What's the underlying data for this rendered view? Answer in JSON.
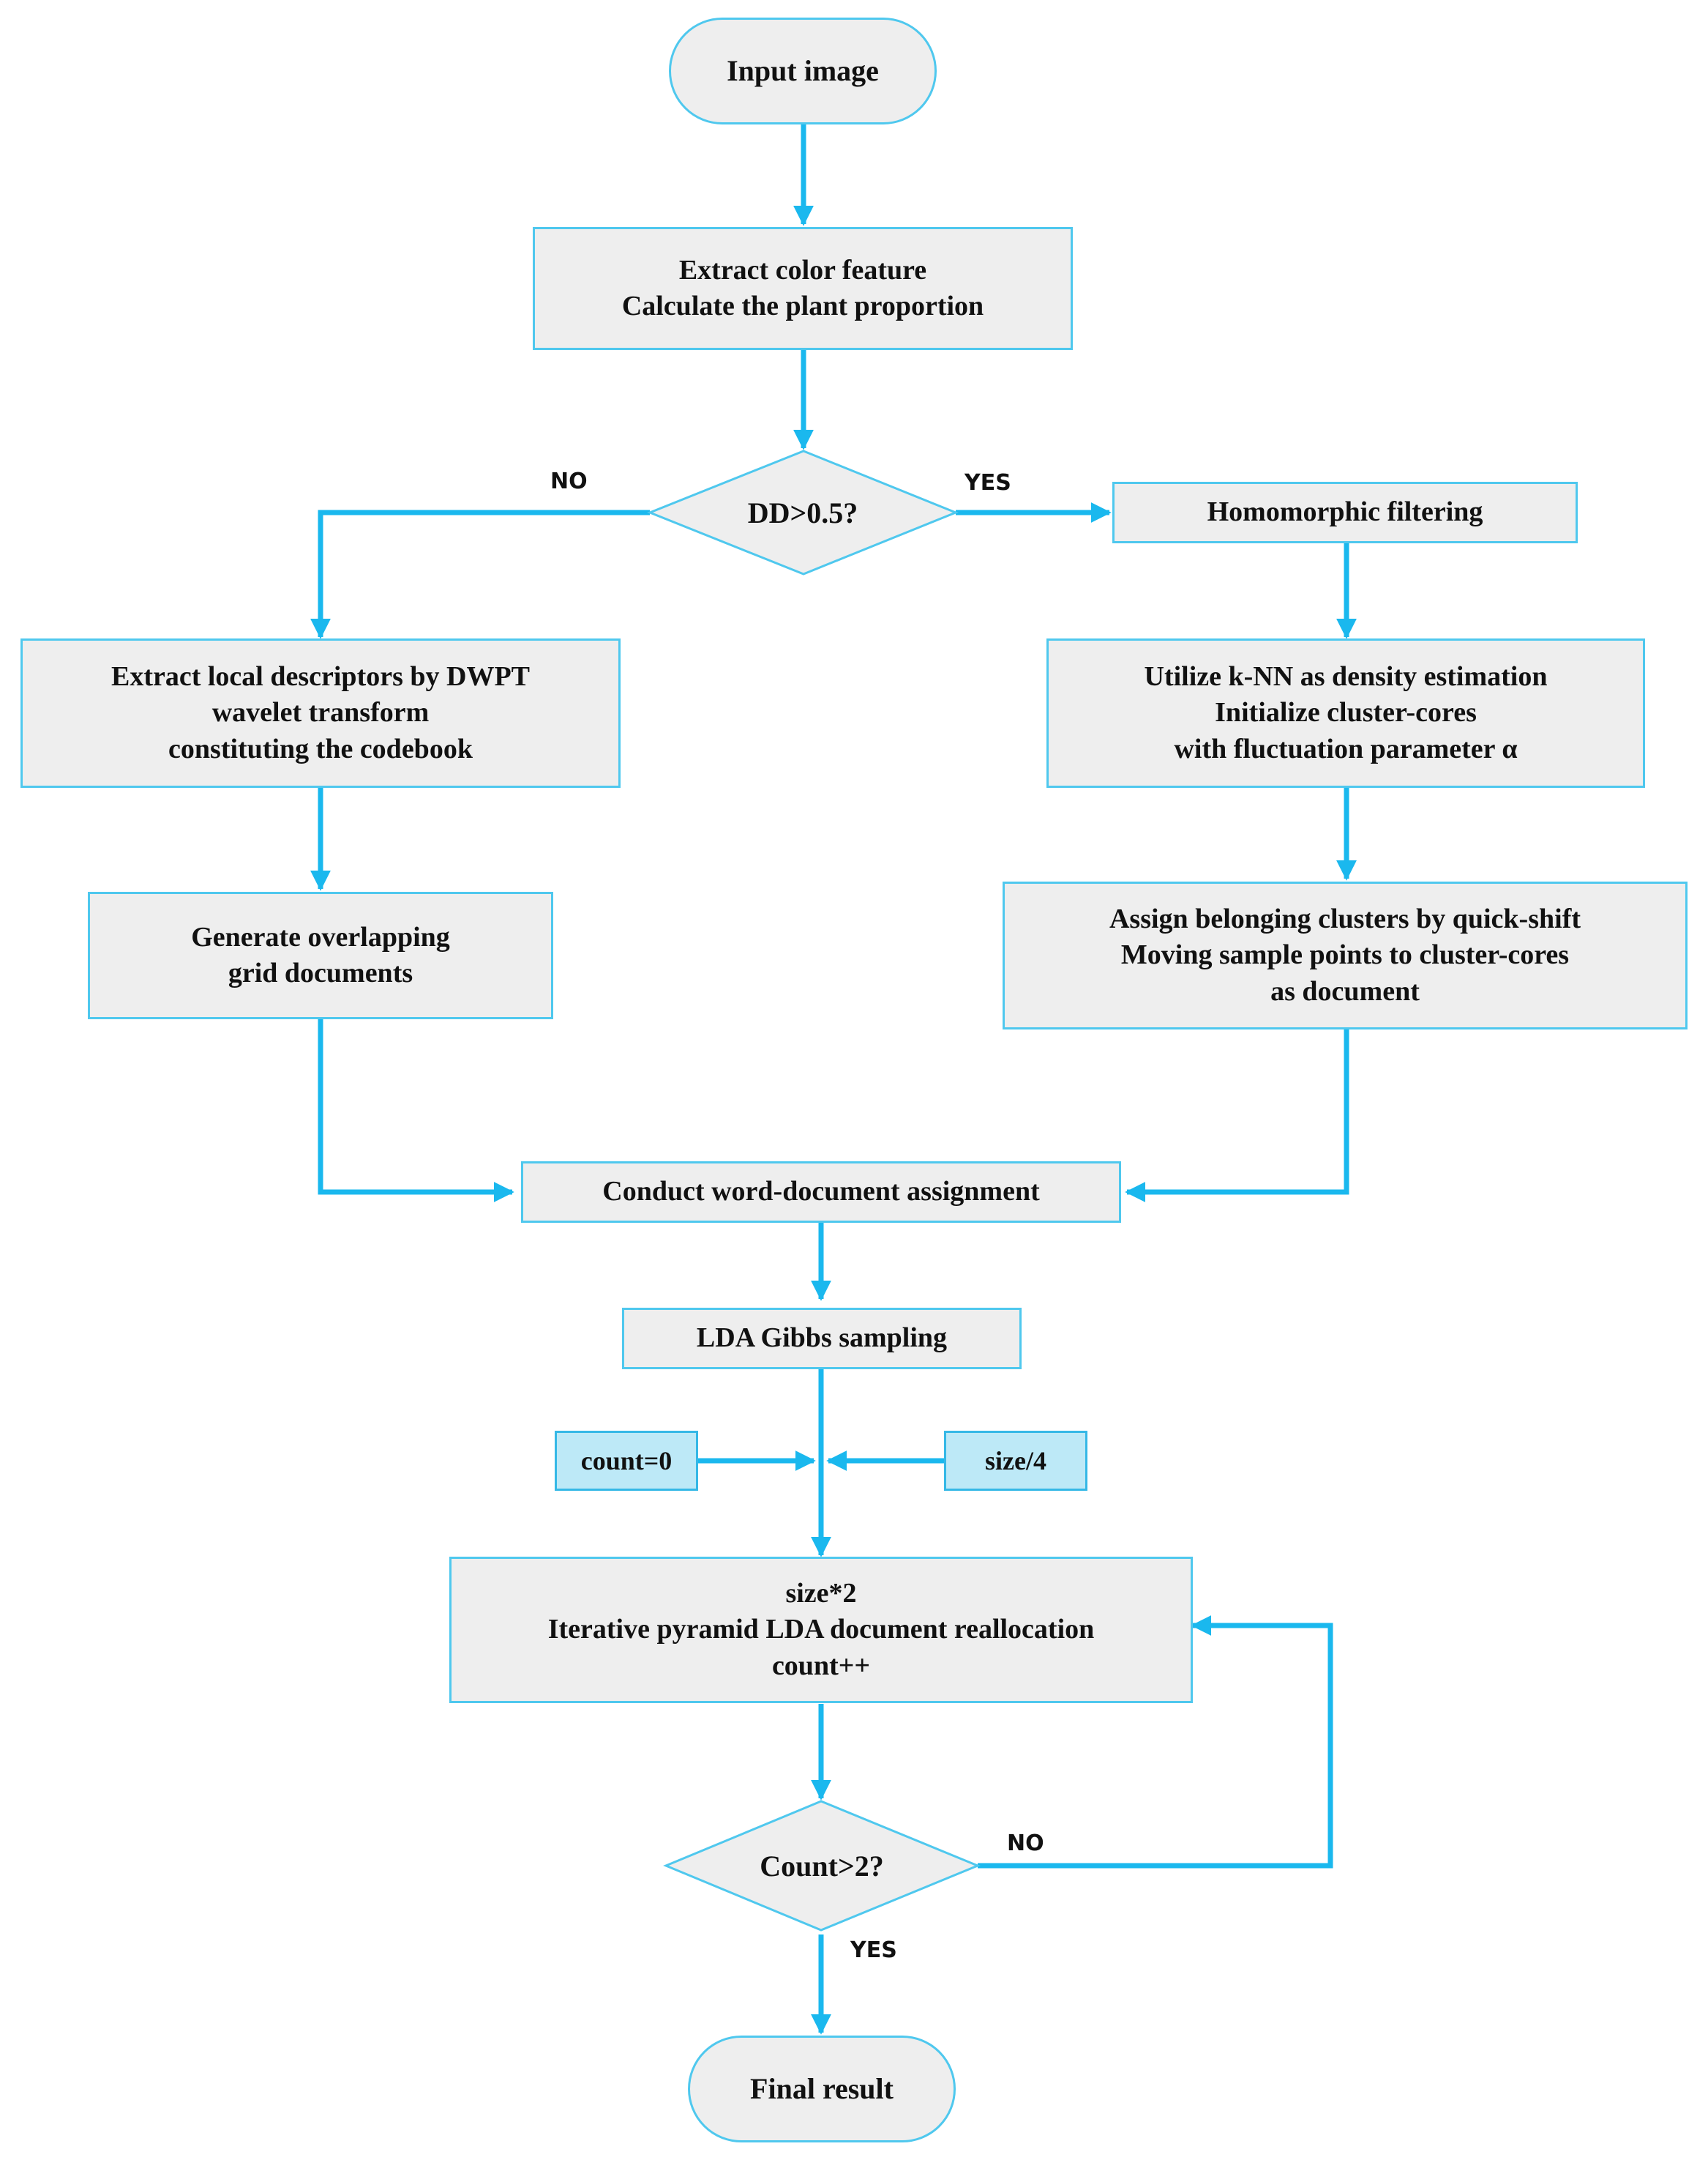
{
  "colors": {
    "arrow": "#1ab8ee",
    "box_fill": "#eeeeee",
    "box_border": "#4fc8ee",
    "param_fill": "#bde9f7"
  },
  "nodes": {
    "input_image": {
      "lines": [
        "Input image"
      ]
    },
    "extract_color": {
      "lines": [
        "Extract color feature",
        "Calculate the plant proportion"
      ]
    },
    "dd_decision": {
      "label": "DD>0.5?"
    },
    "homomorphic": {
      "lines": [
        "Homomorphic filtering"
      ]
    },
    "dwpt": {
      "lines": [
        "Extract local descriptors by DWPT",
        "wavelet transform",
        "constituting the codebook"
      ]
    },
    "knn": {
      "lines": [
        "Utilize k-NN as density estimation",
        "Initialize cluster-cores",
        "with fluctuation parameter α"
      ]
    },
    "grid_docs": {
      "lines": [
        "Generate overlapping",
        "grid documents"
      ]
    },
    "quick_shift": {
      "lines": [
        "Assign belonging clusters by quick-shift",
        "Moving sample points to cluster-cores",
        "as document"
      ]
    },
    "word_doc": {
      "lines": [
        "Conduct word-document assignment"
      ]
    },
    "gibbs": {
      "lines": [
        "LDA Gibbs sampling"
      ]
    },
    "count_init": {
      "label": "count=0"
    },
    "size_init": {
      "label": "size/4"
    },
    "pyramid": {
      "lines": [
        "size*2",
        "Iterative pyramid LDA document reallocation",
        "count++"
      ]
    },
    "count_decision": {
      "label": "Count>2?"
    },
    "final_result": {
      "lines": [
        "Final result"
      ]
    }
  },
  "branch_labels": {
    "dd_no": "NO",
    "dd_yes": "YES",
    "count_no": "NO",
    "count_yes": "YES"
  }
}
